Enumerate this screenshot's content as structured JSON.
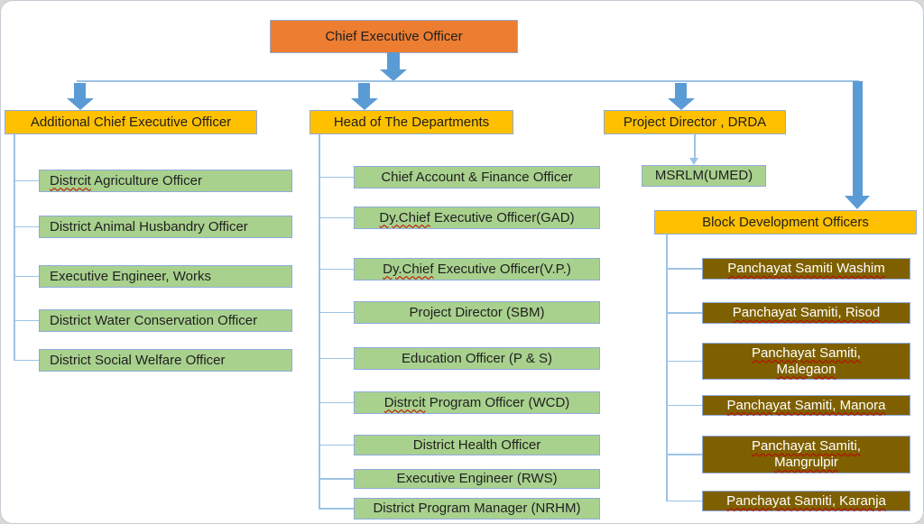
{
  "page": {
    "background": "#D8D8D8",
    "slide_background": "#FFFFFF"
  },
  "colors": {
    "orange": "#ED7D31",
    "gold": "#FFC000",
    "green": "#A9D18E",
    "olive": "#7F6000",
    "arrow": "#5B9BD5",
    "line": "#9DC3E6",
    "border": "#8FAADC",
    "squiggle": "#C00000",
    "text": "#1F1F1F",
    "text_light": "#FFFFFF"
  },
  "root": {
    "label": "Chief Executive Officer"
  },
  "branches": [
    {
      "id": "additional-ceo",
      "header": "Additional Chief Executive Officer",
      "children": [
        {
          "label": "Distrcit Agriculture Officer",
          "squiggly_words": [
            "Distrcit"
          ]
        },
        {
          "label": "District Animal Husbandry Officer"
        },
        {
          "label": "Executive Engineer, Works"
        },
        {
          "label": "District Water Conservation Officer"
        },
        {
          "label": "District Social Welfare Officer"
        }
      ]
    },
    {
      "id": "head-of-departments",
      "header": "Head of The Departments",
      "children": [
        {
          "label": "Chief Account & Finance Officer"
        },
        {
          "label": "Dy.Chief Executive Officer(GAD)",
          "squiggly_words": [
            "Dy.Chief"
          ]
        },
        {
          "label": "Dy.Chief Executive Officer(V.P.)",
          "squiggly_words": [
            "Dy.Chief"
          ]
        },
        {
          "label": "Project Director (SBM)"
        },
        {
          "label": "Education Officer (P & S)"
        },
        {
          "label": "Distrcit Program Officer (WCD)",
          "squiggly_words": [
            "Distrcit"
          ]
        },
        {
          "label": "District Health Officer"
        },
        {
          "label": "Executive Engineer (RWS)"
        },
        {
          "label": "District Program Manager (NRHM)"
        }
      ]
    },
    {
      "id": "project-director-drda",
      "header": "Project Director , DRDA",
      "children": [
        {
          "label": "MSRLM(UMED)"
        }
      ]
    },
    {
      "id": "block-development-officers",
      "header": "Block Development Officers",
      "children": [
        {
          "label": "Panchayat Samiti Washim",
          "squiggly_all": true
        },
        {
          "label": "Panchayat Samiti, Risod",
          "squiggly_all": true
        },
        {
          "label": "Panchayat Samiti,\nMalegaon",
          "squiggly_all": true
        },
        {
          "label": "Panchayat Samiti, Manora",
          "squiggly_all": true
        },
        {
          "label": "Panchayat Samiti,\nMangrulpir",
          "squiggly_all": true
        },
        {
          "label": "Panchayat Samiti, Karanja",
          "squiggly_all": true
        }
      ]
    }
  ]
}
